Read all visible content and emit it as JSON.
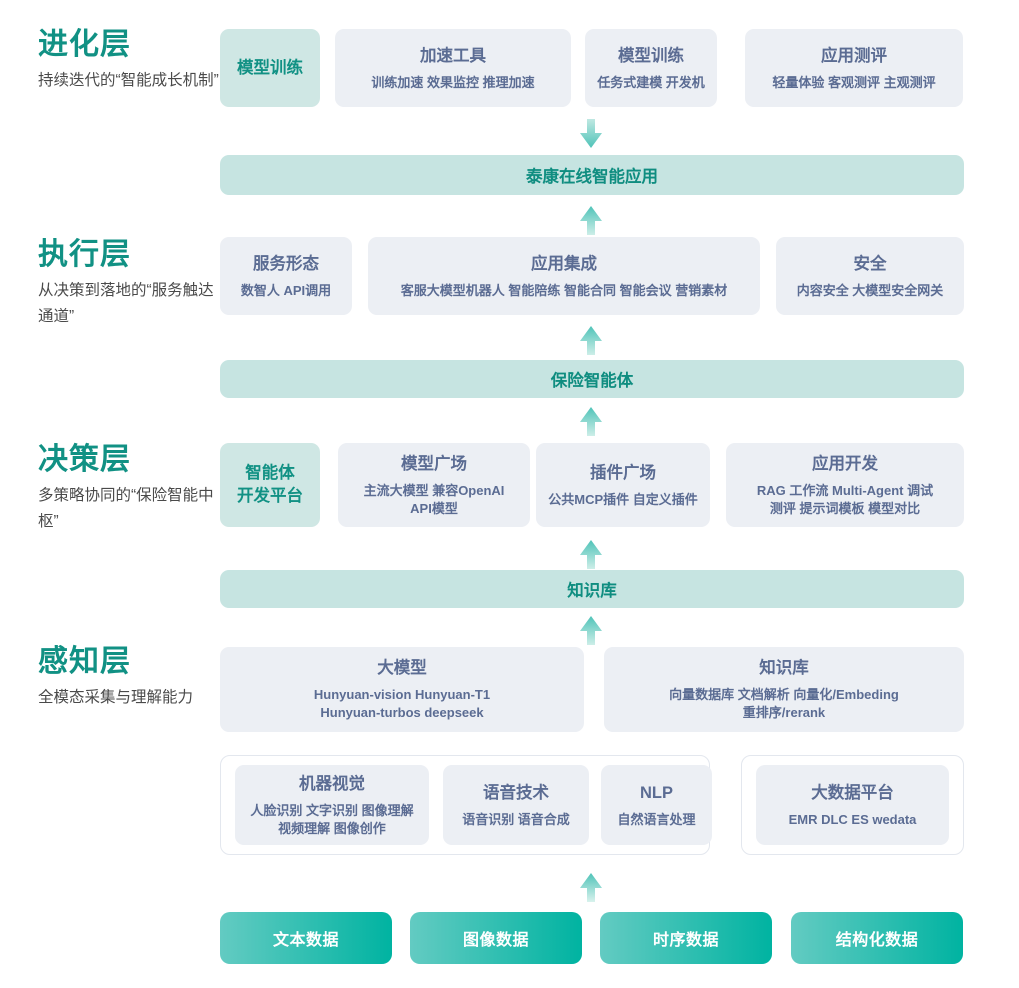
{
  "colors": {
    "accent_teal": "#119184",
    "banner_bg": "#c6e4e1",
    "card_bg": "#eceff4",
    "card_text": "#5b6c93",
    "accent_card_bg": "#cfe7e4",
    "chip_gradient_from": "#63cbc2",
    "chip_gradient_to": "#00b3a1",
    "chip_text": "#ffffff",
    "desc_text": "#4a4a4a",
    "arrow_teal": "#5bc9be",
    "group_border": "#e3e7ee"
  },
  "layers": [
    {
      "title": "进化层",
      "desc": "持续迭代的“智能成长机制”"
    },
    {
      "title": "执行层",
      "desc": "从决策到落地的“服务触达通道”"
    },
    {
      "title": "决策层",
      "desc": "多策略协同的“保险智能中枢”"
    },
    {
      "title": "感知层",
      "desc": "全模态采集与理解能力"
    }
  ],
  "evolution_cards": [
    {
      "title": "模型训练",
      "sub": ""
    },
    {
      "title": "加速工具",
      "sub": "训练加速 效果监控 推理加速"
    },
    {
      "title": "模型训练",
      "sub": "任务式建模 开发机"
    },
    {
      "title": "应用测评",
      "sub": "轻量体验 客观测评 主观测评"
    }
  ],
  "banner_app": "泰康在线智能应用",
  "execution_cards": [
    {
      "title": "服务形态",
      "sub": "数智人  API调用"
    },
    {
      "title": "应用集成",
      "sub": "客服大模型机器人 智能陪练 智能合同 智能会议 营销素材"
    },
    {
      "title": "安全",
      "sub": "内容安全 大模型安全网关"
    }
  ],
  "banner_agent": "保险智能体",
  "decision_cards": [
    {
      "title": "智能体\n开发平台",
      "sub": ""
    },
    {
      "title": "模型广场",
      "sub": "主流大模型     兼容OpenAI\nAPI模型"
    },
    {
      "title": "插件广场",
      "sub": "公共MCP插件 自定义插件"
    },
    {
      "title": "应用开发",
      "sub": "RAG 工作流 Multi-Agent 调试\n测评 提示词模板 模型对比"
    }
  ],
  "banner_kb": "知识库",
  "perception_top_cards": [
    {
      "title": "大模型",
      "sub": "Hunyuan-vision Hunyuan-T1\nHunyuan-turbos deepseek"
    },
    {
      "title": "知识库",
      "sub": "向量数据库 文档解析 向量化/Embeding\n重排序/rerank"
    }
  ],
  "perception_bottom_cards": [
    {
      "title": "机器视觉",
      "sub": "人脸识别 文字识别 图像理解\n视频理解 图像创作"
    },
    {
      "title": "语音技术",
      "sub": "语音识别 语音合成"
    },
    {
      "title": "NLP",
      "sub": "自然语言处理"
    },
    {
      "title": "大数据平台",
      "sub": "EMR DLC ES wedata"
    }
  ],
  "data_chips": [
    {
      "label": "文本数据"
    },
    {
      "label": "图像数据"
    },
    {
      "label": "时序数据"
    },
    {
      "label": "结构化数据"
    }
  ],
  "arrows": [
    {
      "name": "arrow-down-to-app-banner",
      "direction": "down"
    },
    {
      "name": "arrow-up-from-execution",
      "direction": "up"
    },
    {
      "name": "arrow-up-from-decision",
      "direction": "up"
    },
    {
      "name": "arrow-up-to-kb-banner",
      "direction": "up"
    },
    {
      "name": "arrow-up-from-perception",
      "direction": "up"
    },
    {
      "name": "arrow-up-from-data-chips",
      "direction": "up"
    }
  ]
}
